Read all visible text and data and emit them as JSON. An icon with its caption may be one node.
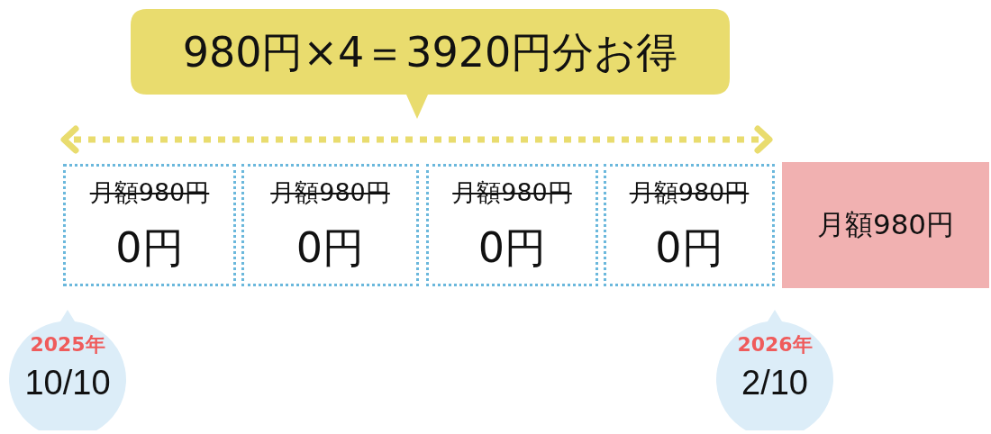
{
  "diagram": {
    "nodes": [
      {
        "text": [
          "980円×4＝3920円分お得"
        ]
      },
      {
        "text": [
          "月額980円",
          "0円"
        ]
      },
      {
        "text": [
          "月額980円",
          "0円"
        ]
      },
      {
        "text": [
          "月額980円",
          "0円"
        ]
      },
      {
        "text": [
          "月額980円",
          "0円"
        ]
      },
      {
        "text": [
          "月額980円"
        ]
      },
      {
        "text": [
          "2025年",
          "10/10"
        ]
      },
      {
        "text": [
          "2026年",
          "2/10"
        ]
      }
    ],
    "edges": []
  }
}
